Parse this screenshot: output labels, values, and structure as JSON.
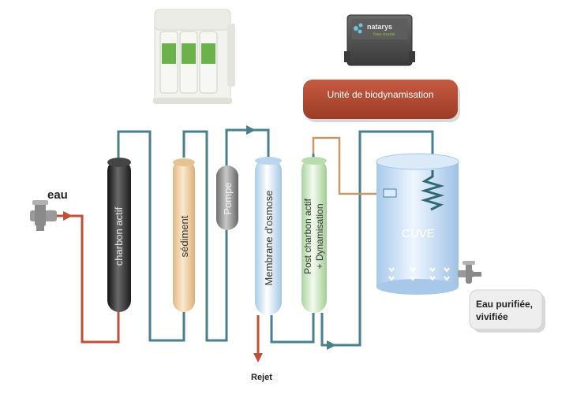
{
  "labels": {
    "input": "eau",
    "charbon": "charbon actif",
    "sediment": "sédiment",
    "pompe": "Pompe",
    "membrane": "Membrane d'osmose",
    "post_line1": "Post charbon actif",
    "post_line2": "+ Dynamisation",
    "unit": "Unité de biodynamisation",
    "cuve": "CUVE",
    "output_line1": "Eau purifiée,",
    "output_line2": "vivifiée",
    "reject": "Rejet",
    "brand": "natarys",
    "brand_sub": "l'eau vivante"
  },
  "colors": {
    "pipe": "#4a7f8c",
    "raw_water": "#c0503a",
    "unit_box": "#b04832",
    "tank": "#cfe3f7",
    "charbon": "#2d2d2d",
    "sediment": "#f0d3a8",
    "membrane": "#d5e8f5",
    "post_filter": "#d7ecd0"
  },
  "icons": [
    "faucet-icon",
    "tap-icon",
    "coil-icon",
    "filter-system-photo",
    "device-photo",
    "flow-arrow-icon"
  ]
}
